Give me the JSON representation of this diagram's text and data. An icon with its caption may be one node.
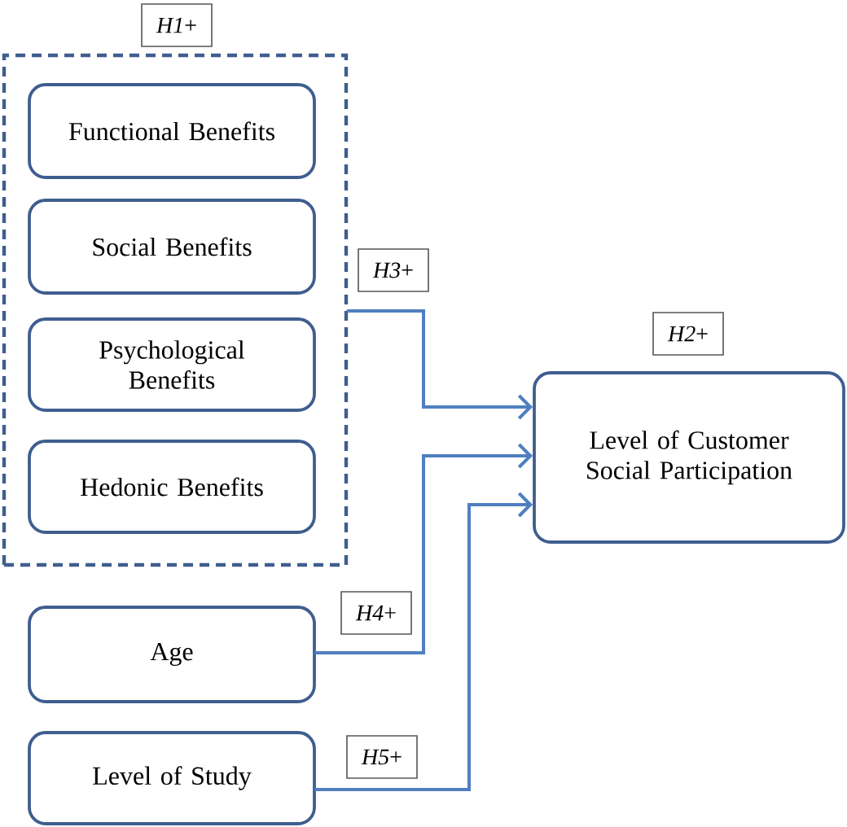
{
  "diagram": {
    "nodes": [
      {
        "text": [
          "*H1*+"
        ]
      },
      {
        "text": [
          "Functional Benefits"
        ],
        "in": 0
      },
      {
        "text": [
          "Social Benefits"
        ],
        "in": 0
      },
      {
        "text": [
          "Psychological Benefits"
        ],
        "in": 0
      },
      {
        "text": [
          "Hedonic Benefits"
        ],
        "in": 0
      },
      {
        "text": [
          "Level of Customer Social Participation"
        ],
        "beside": [
          "*H2*+"
        ]
      },
      {
        "text": [
          "Age"
        ]
      },
      {
        "text": [
          "Level of Study"
        ]
      }
    ],
    "edges": [
      {
        "from": 0,
        "to": 5,
        "arrow": "to",
        "label": "*H3*+"
      },
      {
        "from": 6,
        "to": 5,
        "arrow": "to",
        "label": "*H4*+"
      },
      {
        "from": 7,
        "to": 5,
        "arrow": "to",
        "label": "*H5*+"
      }
    ]
  }
}
